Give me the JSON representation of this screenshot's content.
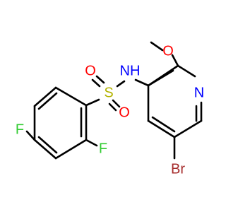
{
  "molecule": {
    "atoms": {
      "O_top": {
        "label": "O",
        "color": "#ff0000"
      },
      "O_sulfonyl_top": {
        "label": "O",
        "color": "#ff0000"
      },
      "S": {
        "label": "S",
        "color": "#b3b300"
      },
      "O_sulfonyl_bottom": {
        "label": "O",
        "color": "#ff0000"
      },
      "NH": {
        "label": "NH",
        "color": "#0000ff"
      },
      "N_ring": {
        "label": "N",
        "color": "#0000ff"
      },
      "F_left": {
        "label": "F",
        "color": "#33cc33"
      },
      "F_right": {
        "label": "F",
        "color": "#33cc33"
      },
      "Br": {
        "label": "Br",
        "color": "#a52a2a"
      }
    }
  }
}
